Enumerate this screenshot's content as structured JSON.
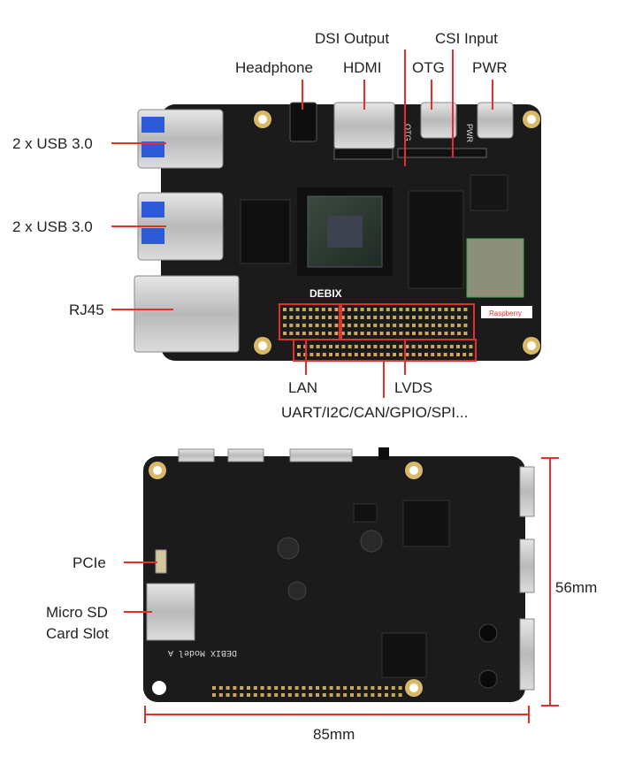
{
  "top_board": {
    "labels": {
      "dsi_output": "DSI Output",
      "csi_input": "CSI Input",
      "headphone": "Headphone",
      "hdmi": "HDMI",
      "otg": "OTG",
      "pwr": "PWR",
      "usb_upper": "2 x USB 3.0",
      "usb_lower": "2 x USB 3.0",
      "rj45": "RJ45",
      "lan": "LAN",
      "lvds": "LVDS",
      "uart": "UART/I2C/CAN/GPIO/SPI..."
    },
    "silkscreen": {
      "logo": "DEBIX",
      "otg_mark": "OTG",
      "pwr_mark": "PWR",
      "raspberry": "Raspberry"
    }
  },
  "bottom_board": {
    "labels": {
      "pcie": "PCIe",
      "micro_sd_line1": "Micro SD",
      "micro_sd_line2": "Card Slot"
    },
    "silkscreen": {
      "model": "DEBIX Model A"
    },
    "dimensions": {
      "height": "56mm",
      "width": "85mm"
    }
  },
  "colors": {
    "callout": "#e0322a",
    "pcb": "#1b1b1b",
    "silver": "#c9c9c9",
    "gold": "#d9b86a"
  }
}
